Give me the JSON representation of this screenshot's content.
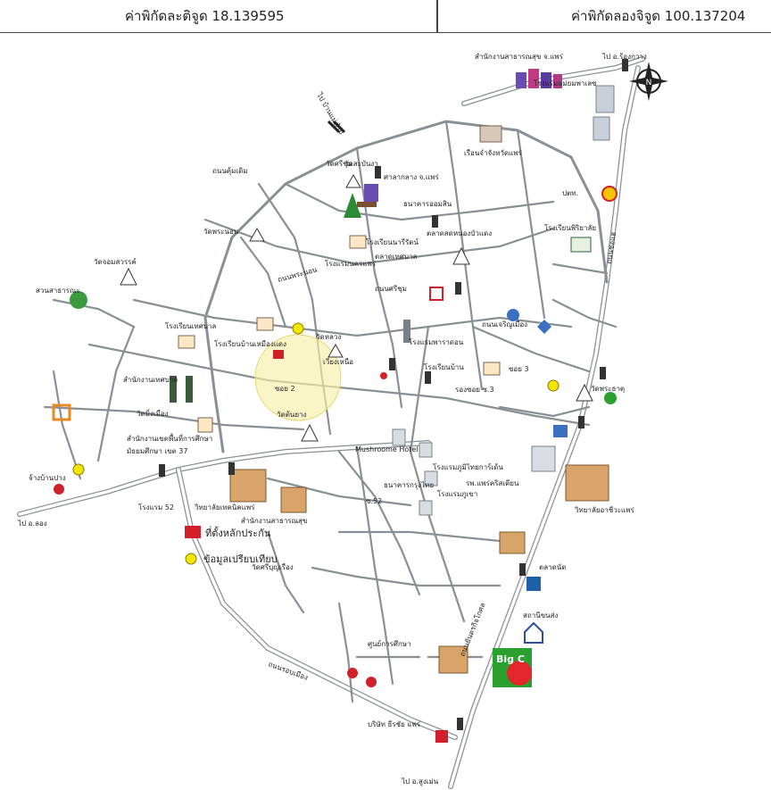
{
  "header": {
    "latitude": "ค่าพิกัดละติจูด 18.139595",
    "longitude": "ค่าพิกัดลองจิจูด 100.137204"
  },
  "legend": {
    "office": "ที่ตั้งหลักประกัน",
    "info": "ข้อมูลเปรียบเทียบ"
  },
  "compass": "N",
  "labels": {
    "to_rongkwang": "ไป อ.ร้องกวาง",
    "to_banmaengkhai": "ไป บ้านแม่คำมี",
    "to_long": "ไป อ.ลอง",
    "to_sungmen": "ไป อ.สูงเม่น",
    "provincial_office": "สำนักงานสาธารณสุข จ.แพร่",
    "hotel_maeyom": "โรงแรมแม่ยมพาเลซ",
    "wat_sri": "วัดศรีชุม",
    "market": "ตลาดสดหนองบัวแดง",
    "sala": "ศาลากลาง จ.แพร่",
    "bank_gsb": "ธนาคารออมสิน",
    "school_nari": "โรงเรียนนารีรัตน์",
    "school_pharat": "โรงเรียนพิริยาลัย",
    "hotel_nakorn": "โรงแรมนครแพร่",
    "tower": "ตลาดเทศบาล",
    "wat_phra_non": "วัดพระนอน",
    "wat_luang": "วัดหลวง",
    "wat_chom": "วัดจอมสวรรค์",
    "municipality": "สำนักงานเทศบาล",
    "school_thai": "โรงเรียนเทศบาล",
    "prison": "เรือนจำจังหวัดแพร่",
    "shell": "ปตท.",
    "wat_prathat": "วัดพระธาตุ",
    "zone2": "ซอย 2",
    "zone3": "ซอย 3",
    "rongsuan": "โรงเรียนบ้านเหมืองแดง",
    "edu_area": "สำนักงานเขตพื้นที่การศึกษา",
    "mathayom": "มัธยมศึกษา เขต 37",
    "lok": "จ้างบ้านปาง",
    "rongkhing52": "โรงแรม 52",
    "wat_thammaram": "วัดศรีบุญเรือง",
    "office_health": "สำนักงานสาธารณสุข",
    "mushroom": "Mushroome Hotel",
    "hotel_bhumi": "โรงแรมภูมิไทยการ์เด้น",
    "hospital": "รพ.แพร่คริสเตียน",
    "college": "วิทยาลัยอาชีวะแพร่",
    "technical": "วิทยาลัยเทคนิคแพร่",
    "bank_krung": "ธนาคารกรุงไทย",
    "hotel_paradorn": "โรงแรมพาราดอน",
    "edu_center": "ศูนย์การศึกษา",
    "station": "สถานีขนส่ง",
    "bigc": "Big C",
    "company": "บริษัท ธีรชัย แพร่",
    "market2": "ตลาดนัด",
    "road_yantrakit": "ถนนยันตรกิจโกศล",
    "road_chaw": "ถนนช่อแฮ",
    "road_charoen": "ถนนเจริญเมือง",
    "road_rob": "ถนนรอบเมือง",
    "khung": "ถนนคุ้มเดิม",
    "phra_non": "ถนนพระนอน",
    "road_srichum": "ถนนศรีชุม",
    "wiang": "เวียงเหนือ",
    "rongsoi3": "รองซอย ซ.3",
    "wat_mingmuang": "วัดมิ่งเมือง",
    "hotel_pha": "โรงแรมภูเขา",
    "wat_ton": "วัดต้นยาง",
    "school_ban": "โรงเรียนบ้าน",
    "lane52": "ซ.52",
    "wat_sabtai": "วัดสะบันงา",
    "central_park": "สวนสาธารณะ"
  },
  "colors": {
    "road": "#8a8f96",
    "road_fill": "#ffffff",
    "highway": "#7a7f86",
    "marker_red": "#d0202a",
    "marker_yellow": "#f2e600",
    "circle": "#f6f0a8",
    "brand_green": "#2aa02e",
    "brand_red": "#e3262c"
  }
}
